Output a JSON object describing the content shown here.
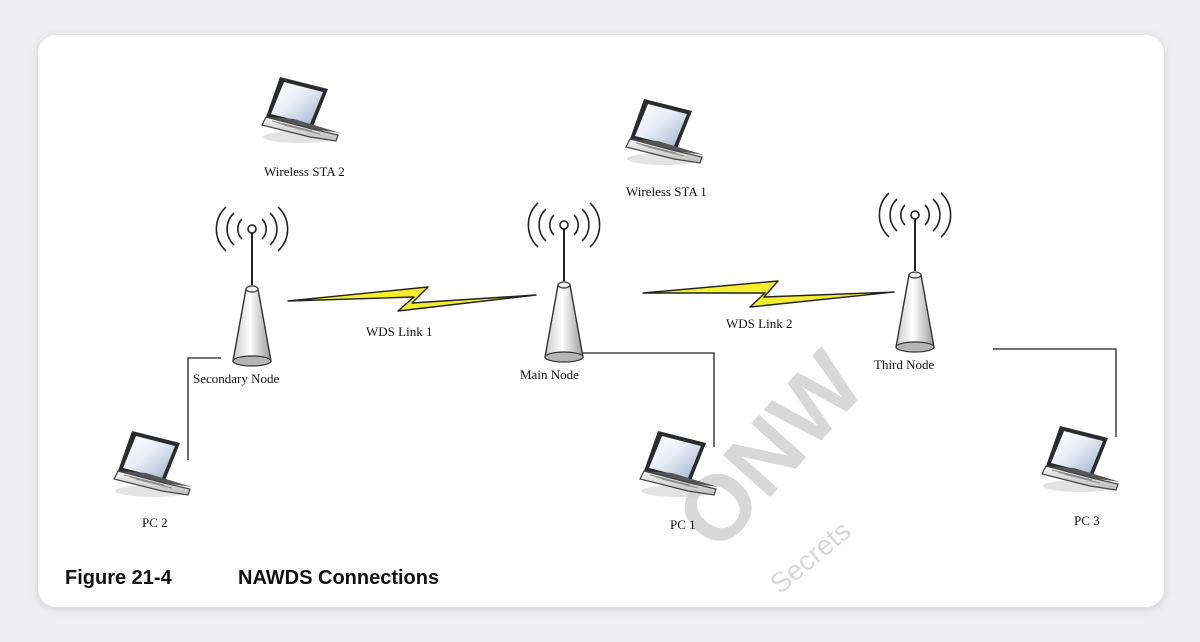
{
  "diagram": {
    "stations": {
      "sta2": "Wireless STA 2",
      "sta1": "Wireless STA 1"
    },
    "nodes": {
      "secondary": "Secondary Node",
      "main": "Main Node",
      "third": "Third Node"
    },
    "links": {
      "link1": "WDS Link 1",
      "link2": "WDS Link 2"
    },
    "pcs": {
      "pc2": "PC 2",
      "pc1": "PC 1",
      "pc3": "PC 3"
    }
  },
  "caption": {
    "number": "Figure 21-4",
    "title": "NAWDS Connections"
  },
  "watermark": {
    "big": "ONW",
    "small": "Secrets"
  }
}
